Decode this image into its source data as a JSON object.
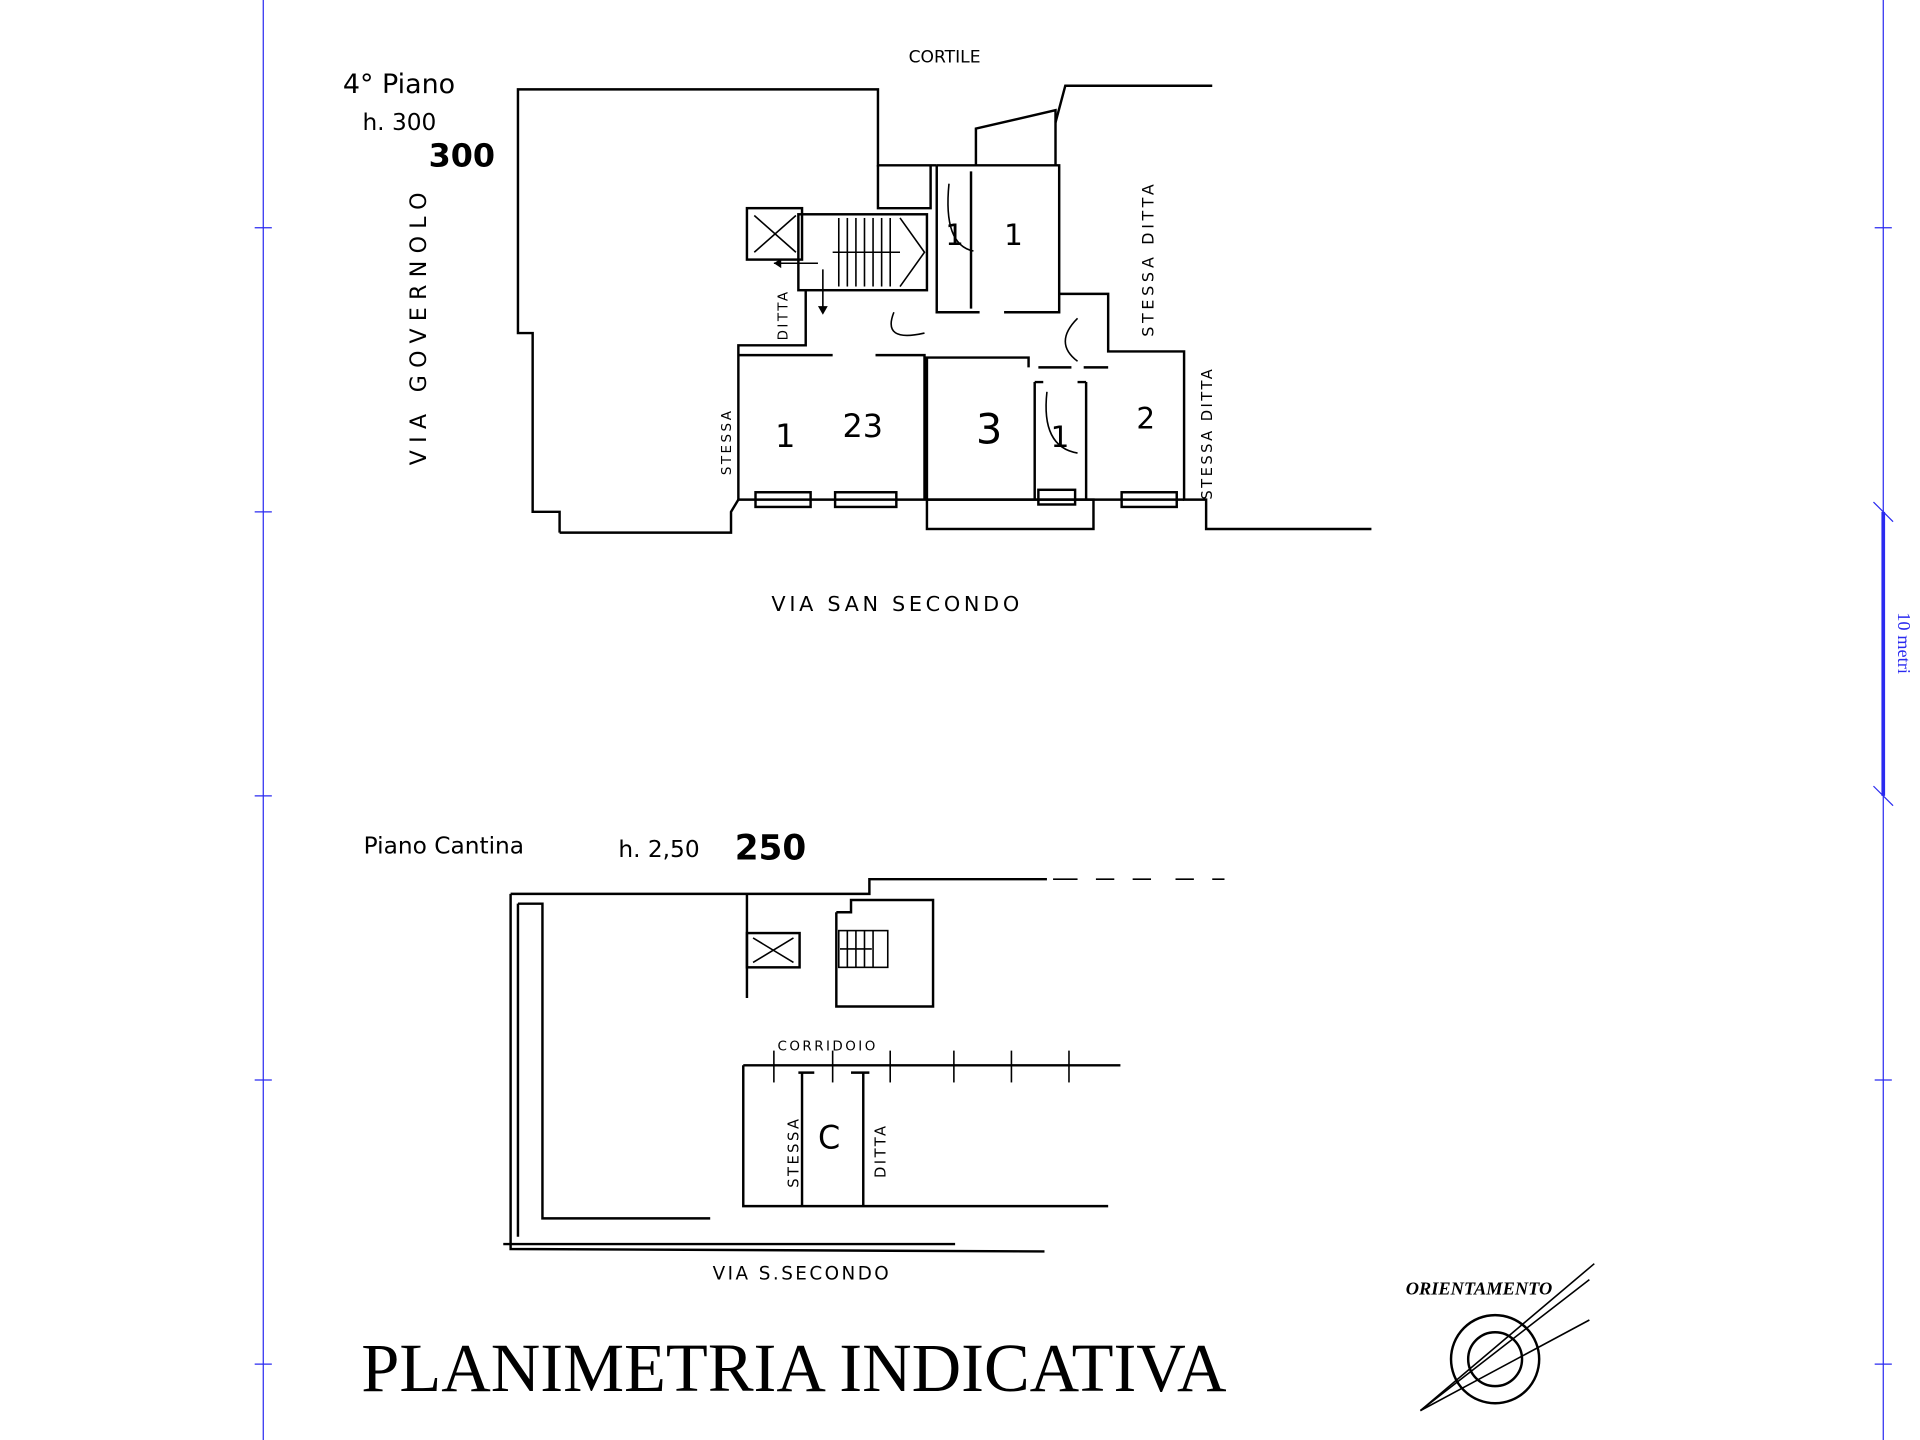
{
  "colors": {
    "scale": "#2a2af0",
    "ink": "#000000",
    "background": "#ffffff"
  },
  "upper_plan": {
    "floor_label": "4° Piano",
    "height_label": "h. 300",
    "height_value": "300",
    "street_left": "VIA GOVERNOLO",
    "street_bottom": "VIA SAN SECONDO",
    "courtyard": "CORTILE",
    "neighbor_labels": [
      "STESSA DITTA",
      "STESSA",
      "DITTA",
      "STESSA DITTA"
    ],
    "room_numbers": [
      "1",
      "23",
      "3",
      "2",
      "1",
      "1",
      "1"
    ]
  },
  "lower_plan": {
    "floor_label": "Piano Cantina",
    "height_label": "h. 2,50",
    "height_value": "250",
    "corridor": "CORRIDOIO",
    "neighbor_labels": [
      "STESSA",
      "DITTA"
    ],
    "room_number": "C",
    "street_bottom": "VIA S.SECONDO"
  },
  "scale_bar": {
    "label": "10 metri"
  },
  "orientation": {
    "label": "ORIENTAMENTO"
  },
  "title": "PLANIMETRIA INDICATIVA"
}
